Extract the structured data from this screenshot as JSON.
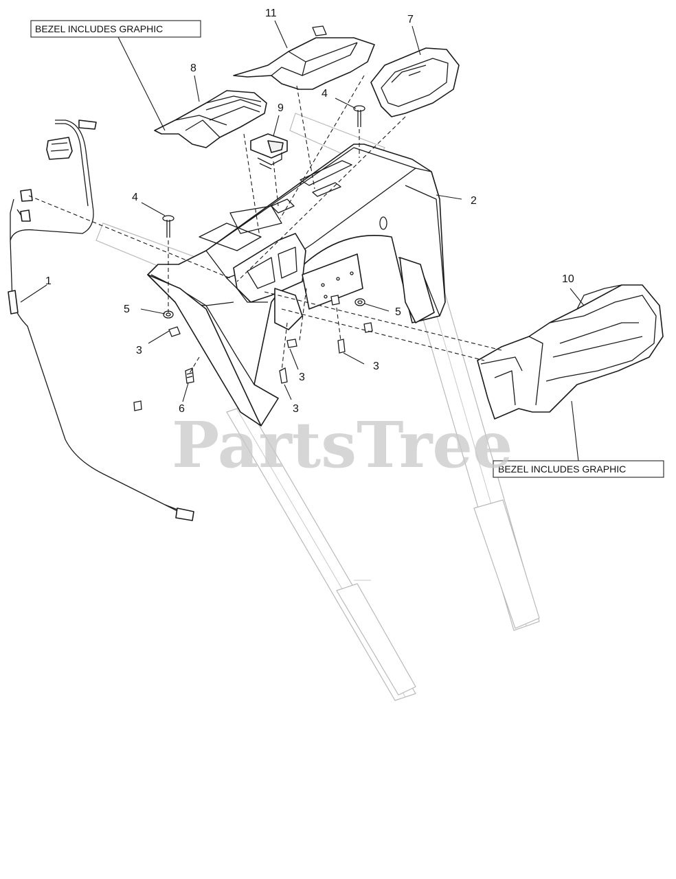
{
  "notes": {
    "bezel_note_top": "BEZEL INCLUDES GRAPHIC",
    "bezel_note_bottom": "BEZEL INCLUDES GRAPHIC"
  },
  "callouts": {
    "c1": "1",
    "c2": "2",
    "c3a": "3",
    "c3b": "3",
    "c3c": "3",
    "c3d": "3",
    "c4a": "4",
    "c4b": "4",
    "c5a": "5",
    "c5b": "5",
    "c6": "6",
    "c7": "7",
    "c8": "8",
    "c9": "9",
    "c10": "10",
    "c11": "11"
  },
  "watermark": "PartsTree",
  "colors": {
    "line": "#1a1a1a",
    "ghost": "#b9b9b9",
    "watermark": "#c9c9c9"
  }
}
